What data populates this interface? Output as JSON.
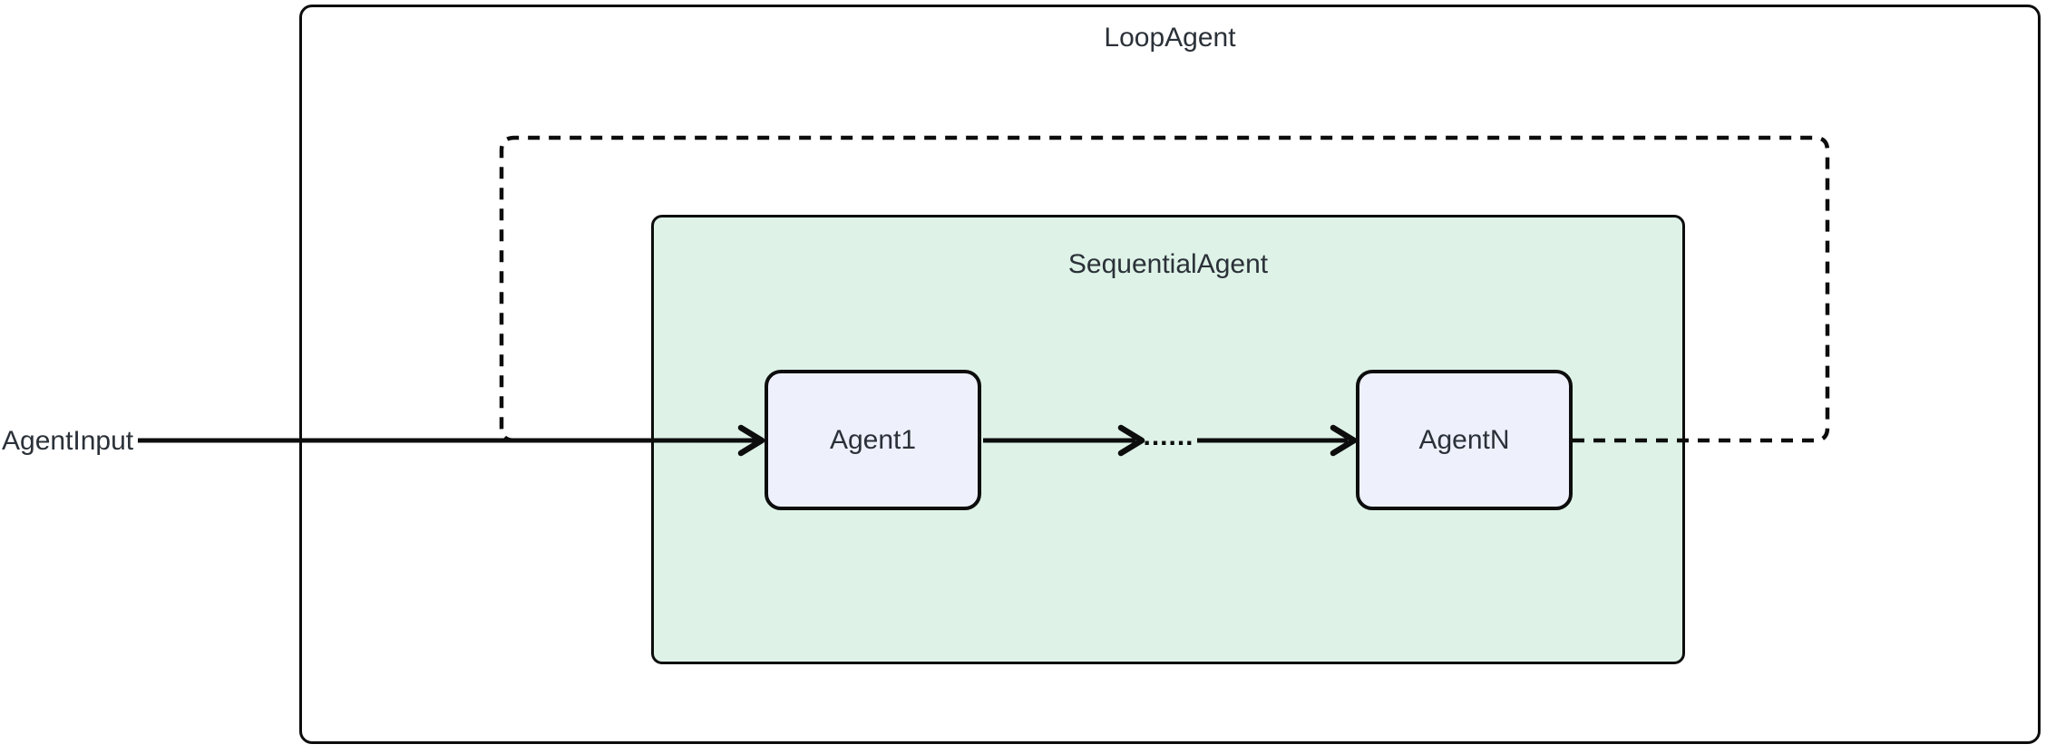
{
  "diagram": {
    "title": "LoopAgent",
    "subgraph_title": "SequentialAgent",
    "input_label": "AgentInput",
    "nodes": {
      "first": "Agent1",
      "last": "AgentN"
    },
    "ellipsis": "......",
    "colors": {
      "background": "#ffffff",
      "subgraph_fill": "#def2e7",
      "node_fill": "#eef1fb",
      "line": "#0d0d0d",
      "text": "#2b3138"
    }
  }
}
